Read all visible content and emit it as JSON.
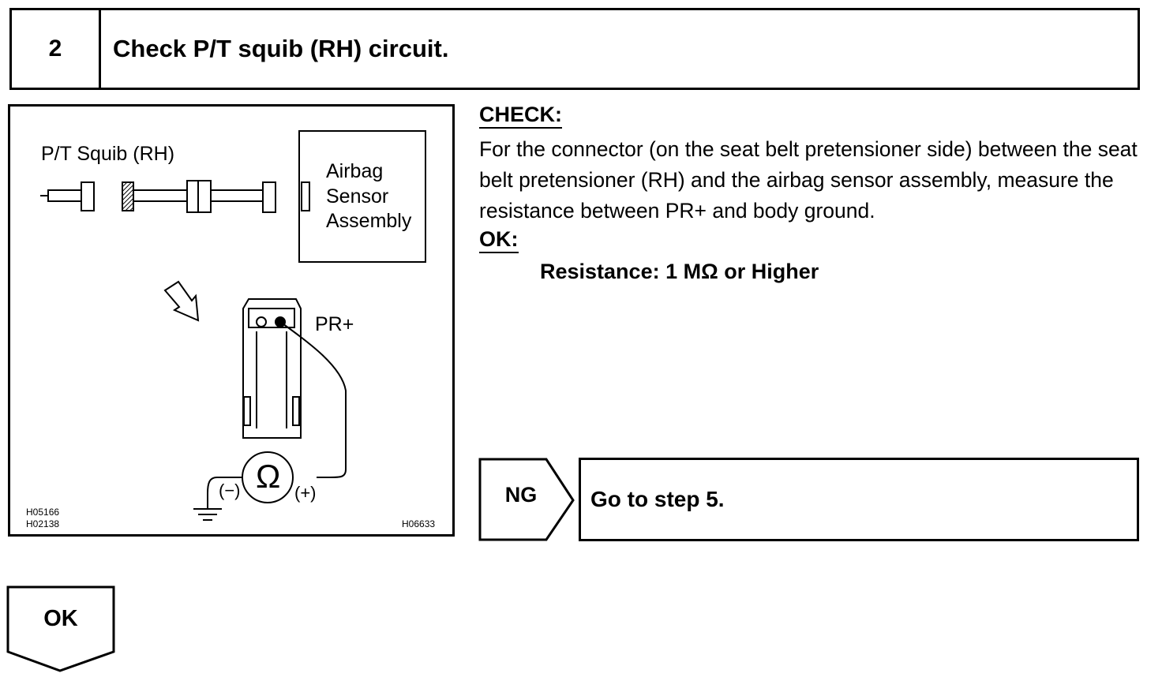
{
  "header": {
    "step_number": "2",
    "title": "Check P/T squib (RH) circuit."
  },
  "figure": {
    "squib_label": "P/T Squib (RH)",
    "sensor_label_line1": "Airbag",
    "sensor_label_line2": "Sensor",
    "sensor_label_line3": "Assembly",
    "terminal_label": "PR+",
    "ohmmeter_symbol": "Ω",
    "minus_label": "(−)",
    "plus_label": "(+)",
    "code_1": "H05166",
    "code_2": "H02138",
    "code_3": "H06633"
  },
  "check": {
    "title": "CHECK:",
    "body": "For the connector (on the seat belt pretensioner side) between the seat belt pretensioner (RH) and the airbag sensor assembly, measure the resistance between PR+ and body ground."
  },
  "ok": {
    "title": "OK:",
    "spec": "Resistance: 1 MΩ or Higher"
  },
  "ng": {
    "label": "NG",
    "action": "Go to step 5."
  },
  "ok_branch": {
    "label": "OK"
  }
}
